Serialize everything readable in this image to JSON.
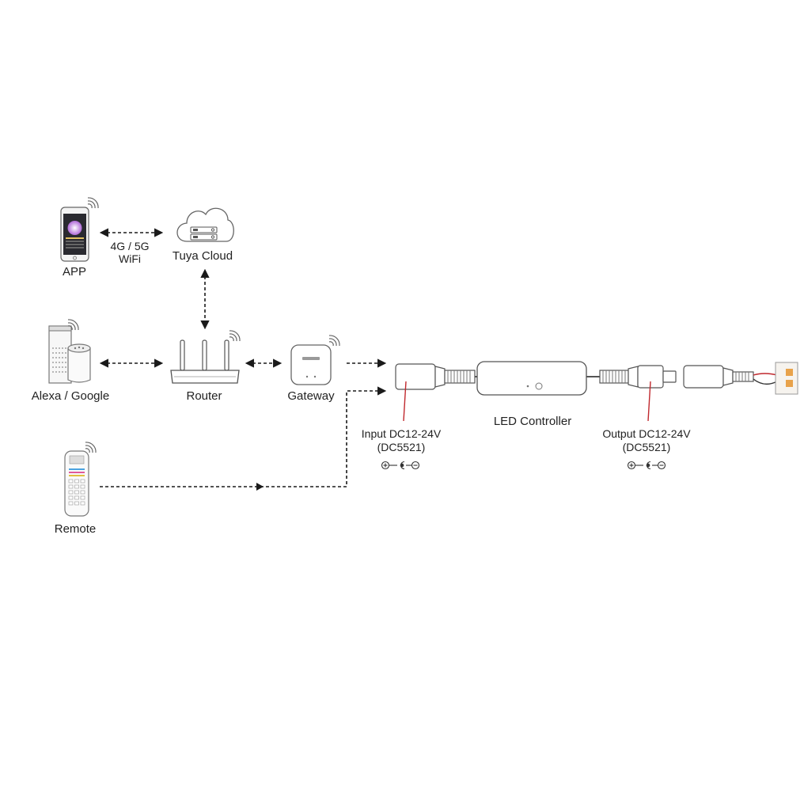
{
  "nodes": {
    "app": {
      "label": "APP",
      "icon": "smartphone-icon"
    },
    "cloud": {
      "label": "Tuya Cloud",
      "icon": "cloud-server-icon"
    },
    "alexa": {
      "label": "Alexa / Google",
      "icon": "smart-speaker-icon"
    },
    "router": {
      "label": "Router",
      "icon": "router-icon"
    },
    "gateway": {
      "label": "Gateway",
      "icon": "gateway-icon"
    },
    "remote": {
      "label": "Remote",
      "icon": "remote-control-icon"
    },
    "controller": {
      "label": "LED Controller",
      "icon": "led-controller-icon"
    },
    "strip": {
      "icon": "led-strip-icon"
    }
  },
  "links": {
    "app_cloud": {
      "label_line1": "4G / 5G",
      "label_line2": "WiFi"
    }
  },
  "ports": {
    "input": {
      "label_line1": "Input DC12-24V",
      "label_line2": "(DC5521)",
      "polarity_icon": "polarity-symbol-icon"
    },
    "output": {
      "label_line1": "Output DC12-24V",
      "label_line2": "(DC5521)",
      "polarity_icon": "polarity-symbol-icon"
    }
  },
  "colors": {
    "line": "#1a1a1a",
    "device_stroke": "#555555",
    "pointer": "#c0282d",
    "strip_led": "#e8a24a"
  }
}
